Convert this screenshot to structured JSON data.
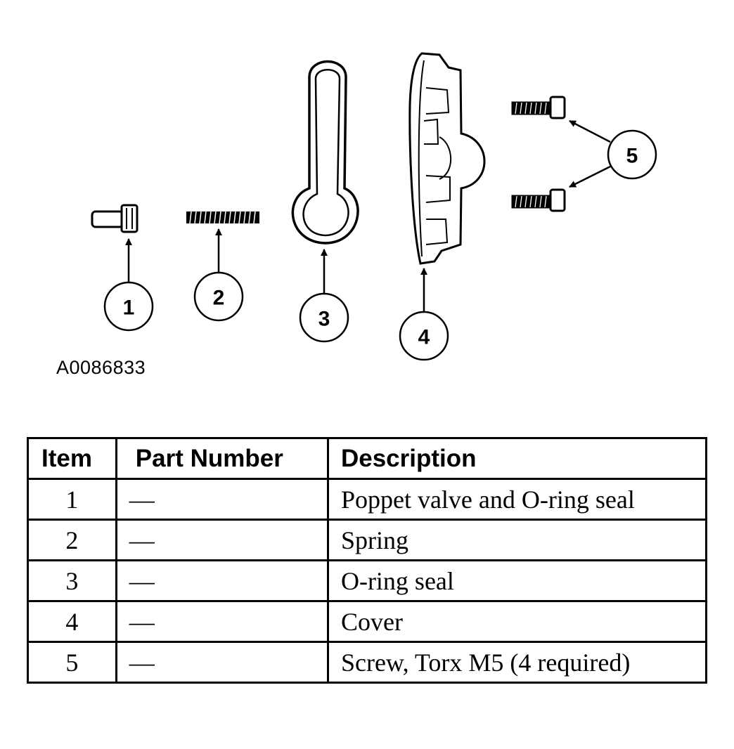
{
  "figure_id": "A0086833",
  "callouts": [
    "1",
    "2",
    "3",
    "4",
    "5"
  ],
  "table": {
    "headers": [
      "Item",
      "Part Number",
      "Description"
    ],
    "rows": [
      {
        "item": "1",
        "part_number": "—",
        "description": "Poppet valve and O-ring seal"
      },
      {
        "item": "2",
        "part_number": "—",
        "description": "Spring"
      },
      {
        "item": "3",
        "part_number": "—",
        "description": "O-ring seal"
      },
      {
        "item": "4",
        "part_number": "—",
        "description": "Cover"
      },
      {
        "item": "5",
        "part_number": "—",
        "description": "Screw, Torx M5 (4 required)"
      }
    ]
  }
}
